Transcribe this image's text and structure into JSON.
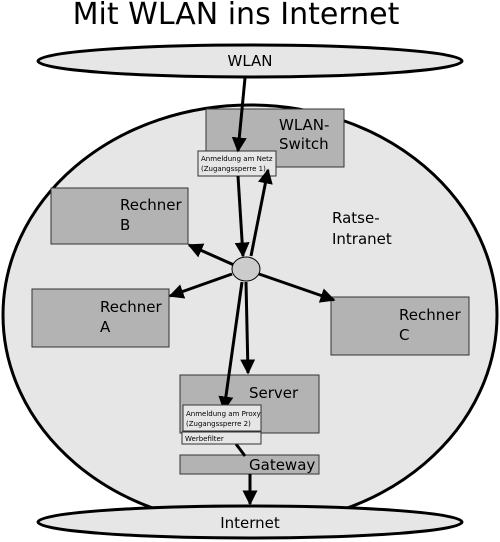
{
  "title": "Mit WLAN ins Internet",
  "nodes": {
    "wlan": "WLAN",
    "internet": "Internet",
    "intranet_line1": "Ratse-",
    "intranet_line2": "Intranet",
    "wlan_switch_line1": "WLAN-",
    "wlan_switch_line2": "Switch",
    "rechner_b_line1": "Rechner",
    "rechner_b_line2": "B",
    "rechner_a_line1": "Rechner",
    "rechner_a_line2": "A",
    "rechner_c_line1": "Rechner",
    "rechner_c_line2": "C",
    "server": "Server",
    "gateway": "Gateway"
  },
  "notes": {
    "login_net_line1": "Anmeldung am Netz",
    "login_net_line2": "(Zugangssperre 1)",
    "login_proxy_line1": "Anmeldung am Proxy",
    "login_proxy_line2": "(Zugangssperre 2)",
    "web_filter": "Werbefilter"
  },
  "colors": {
    "ellipse_fill": "#e6e6e6",
    "box_fill": "#b3b3b3",
    "note_fill": "#e6e6e6",
    "edge": "#000000"
  }
}
